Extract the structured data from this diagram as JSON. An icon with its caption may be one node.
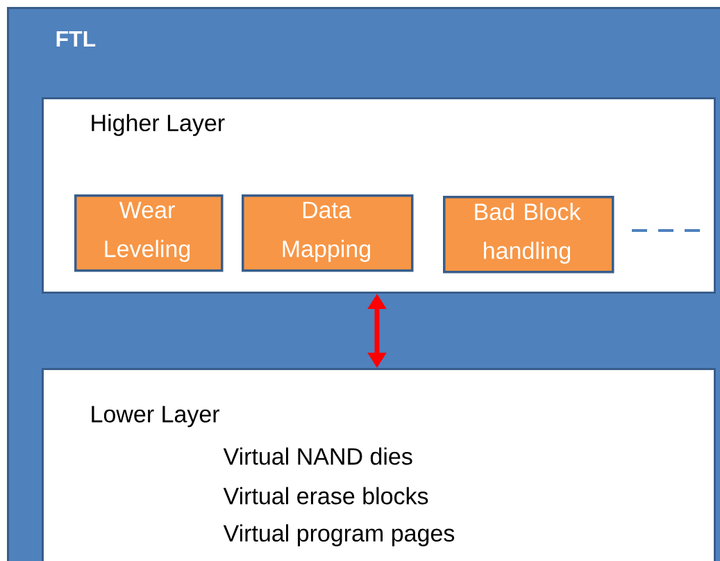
{
  "diagram": {
    "nodes": [
      {
        "text": [
          "FTL"
        ]
      },
      {
        "text": [
          "Higher Layer"
        ],
        "in": 0
      },
      {
        "text": [
          "Wear Leveling"
        ],
        "in": 1
      },
      {
        "text": [
          "Data Mapping"
        ],
        "in": 1
      },
      {
        "text": [
          "Bad Block handling"
        ],
        "in": 1
      },
      {
        "text": [
          "Lower Layer",
          "Virtual NAND dies",
          "Virtual erase blocks",
          "Virtual program pages"
        ],
        "in": 0
      }
    ],
    "edges": [
      {
        "from": 1,
        "to": 5,
        "arrow": "both",
        "color": "#ff0000"
      }
    ]
  }
}
